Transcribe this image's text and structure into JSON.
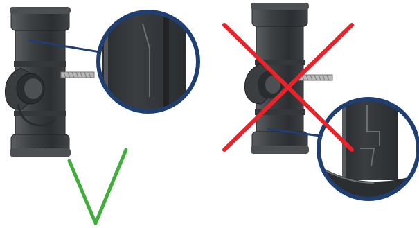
{
  "panels": [
    {
      "id": "correct",
      "verdict_mark": "check-mark",
      "mark_color": "#3fae3a"
    },
    {
      "id": "incorrect",
      "verdict_mark": "cross-mark",
      "mark_color": "#e8232a"
    }
  ],
  "colors": {
    "pipe_dark": "#2e3133",
    "pipe_mid": "#45494c",
    "pipe_light": "#6a6f73",
    "callout_ring": "#1f3f73",
    "leader_line": "#1f3f73",
    "screw": "#b9b9b9",
    "background": "#ffffff"
  }
}
